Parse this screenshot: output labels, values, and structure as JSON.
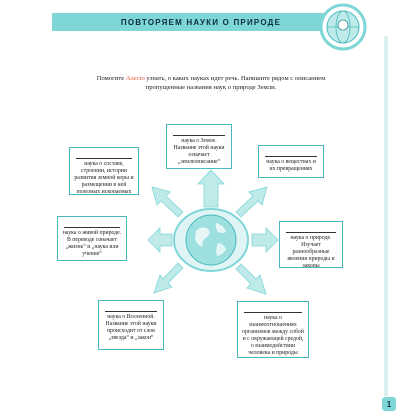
{
  "header": {
    "title": "ПОВТОРЯЕМ НАУКИ О ПРИРОДЕ"
  },
  "intro": {
    "before_name": "Помогите ",
    "name": "Алесю",
    "after_name": " узнать, о каких науках идет речь. Напишите рядом с описанием пропущенные названия наук о природе Земли."
  },
  "boxes": {
    "earth": "наука о Земле. Название этой науки означает „землеописание“",
    "substances": "наука о веществах и их превращениях",
    "crust": "наука о составе, строении, истории развития земной коры и размещении в ней полезных ископаемых",
    "nature": "наука о природе. Изучает разнообразные явления природы и законы",
    "living": "наука о живой природе. В переводе означает „жизнь“ и „наука или учение“",
    "universe": "наука о Вселенной. Название этой науки происходит от слов „звезда“ и „закон“",
    "ecology": "наука о взаимоотношениях организмов между собой и с окружающей средой, о взаимодействии человека и природы"
  },
  "page_number": "1",
  "colors": {
    "accent": "#7fd6d7",
    "border": "#45b9bd",
    "name_highlight": "#e25a3a"
  }
}
